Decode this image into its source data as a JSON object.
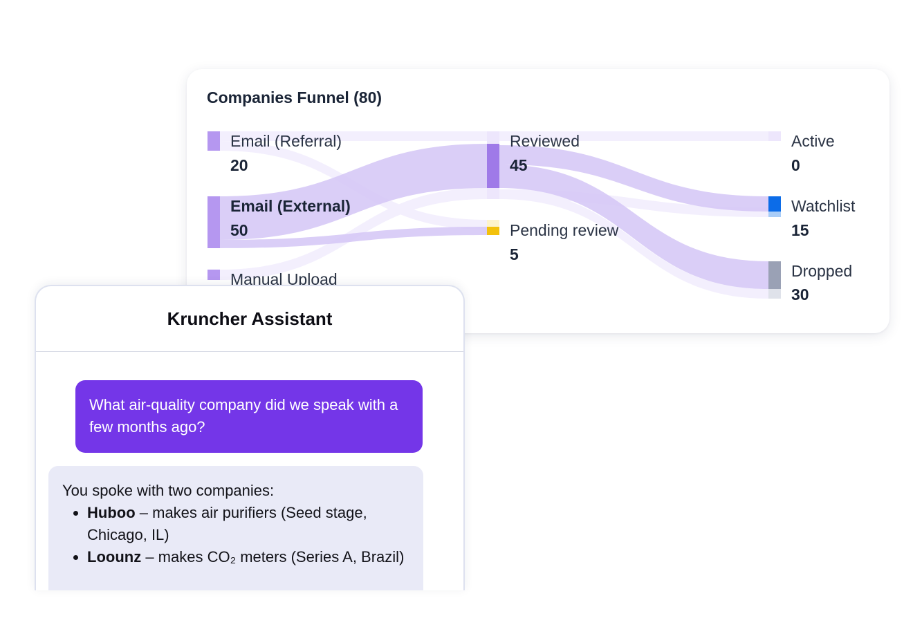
{
  "funnel": {
    "title": "Companies Funnel (80)",
    "nodes": [
      {
        "id": "email_referral",
        "label": "Email (Referral)",
        "value": "20",
        "bold": false
      },
      {
        "id": "email_external",
        "label": "Email (External)",
        "value": "50",
        "bold": true
      },
      {
        "id": "manual_upload",
        "label": "Manual Upload",
        "value": "",
        "bold": false
      },
      {
        "id": "reviewed",
        "label": "Reviewed",
        "value": "45",
        "bold": false
      },
      {
        "id": "pending_review",
        "label": "Pending review",
        "value": "5",
        "bold": false
      },
      {
        "id": "active",
        "label": "Active",
        "value": "0",
        "bold": false
      },
      {
        "id": "watchlist",
        "label": "Watchlist",
        "value": "15",
        "bold": false
      },
      {
        "id": "dropped",
        "label": "Dropped",
        "value": "30",
        "bold": false
      }
    ],
    "colors": {
      "source": "#b597f0",
      "reviewed": "#9f7ae8",
      "pending": "#f3c10c",
      "watchlist": "#0c6ce8",
      "dropped": "#9aa1b5",
      "flow": "#d4c6f6"
    }
  },
  "assistant": {
    "title": "Kruncher Assistant",
    "user_message": "What air-quality company did we speak with a few months ago?",
    "bot_intro": "You spoke with two companies:",
    "bot_items": [
      {
        "name": "Huboo",
        "detail": " – makes air purifiers (Seed stage, Chicago, IL)"
      },
      {
        "name": "Loounz",
        "detail": " – makes CO₂ meters (Series A, Brazil)"
      }
    ]
  }
}
